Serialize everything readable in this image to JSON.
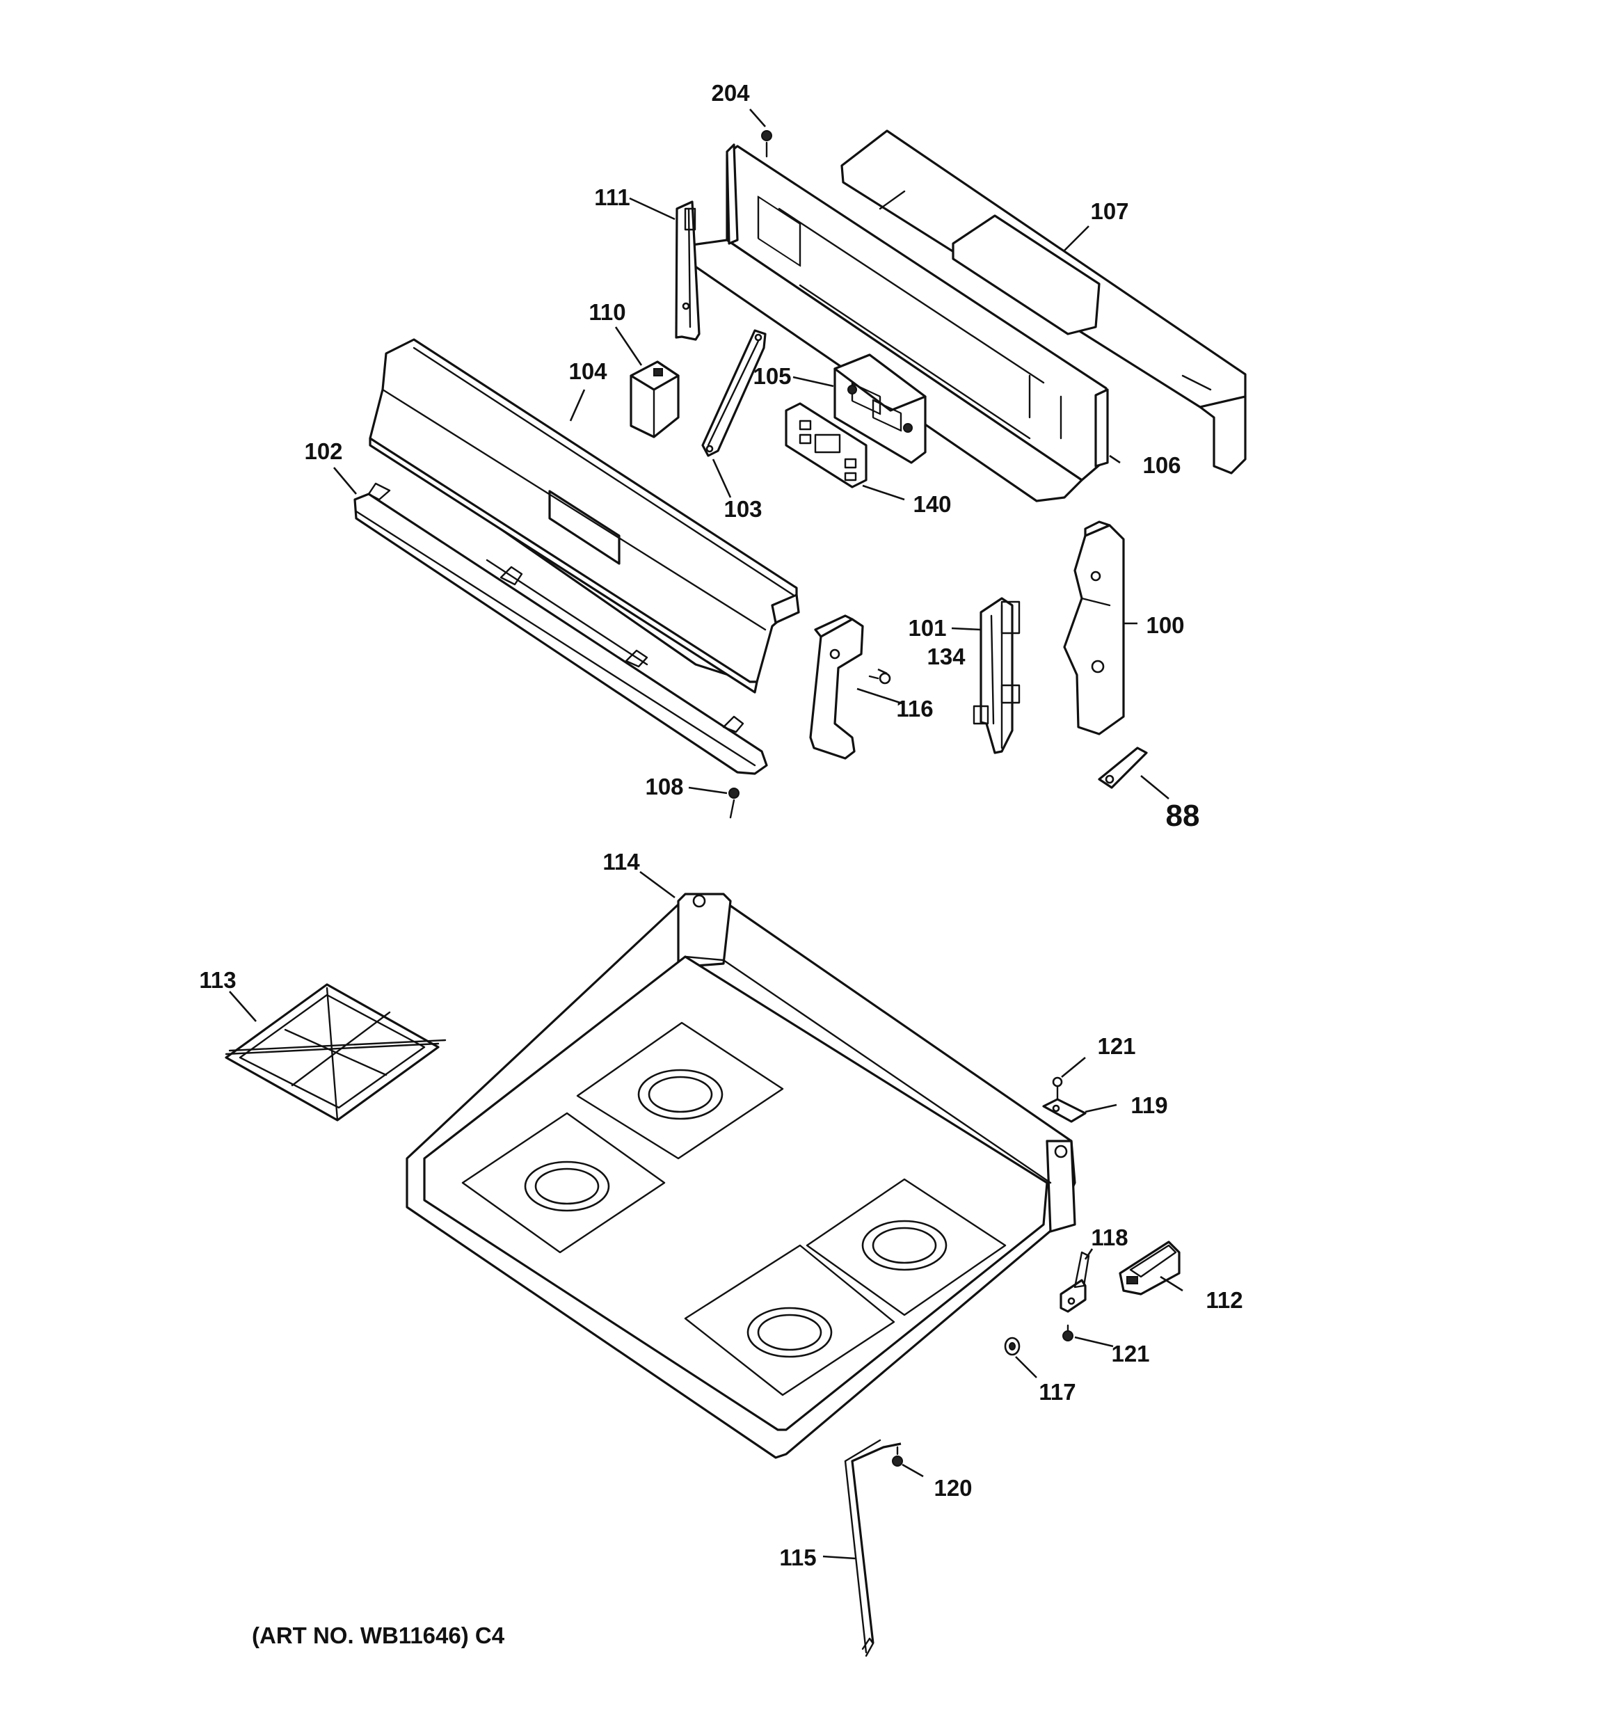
{
  "labels": {
    "p204": "204",
    "p111": "111",
    "p107": "107",
    "p110": "110",
    "p104": "104",
    "p105": "105",
    "p102": "102",
    "p106": "106",
    "p103": "103",
    "p140": "140",
    "p101": "101",
    "p100": "100",
    "p134": "134",
    "p116": "116",
    "p108": "108",
    "p88": "88",
    "p114": "114",
    "p113": "113",
    "p121a": "121",
    "p119": "119",
    "p118": "118",
    "p112": "112",
    "p121b": "121",
    "p117": "117",
    "p120": "120",
    "p115": "115"
  },
  "art_number": "(ART NO. WB11646) C4"
}
